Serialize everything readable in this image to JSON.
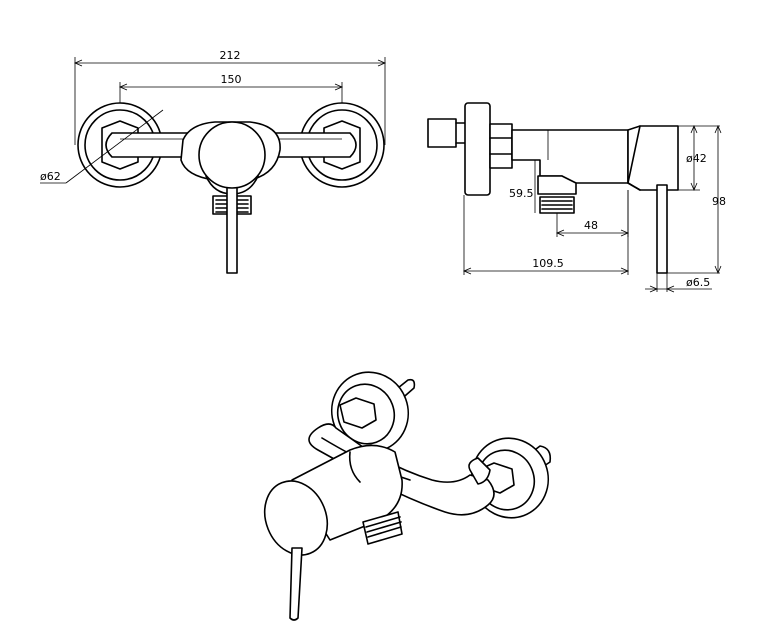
{
  "dimensions": {
    "overall_width": "212",
    "inlet_centers": "150",
    "flange_diameter": "ø62",
    "body_diameter": "ø42",
    "height": "98",
    "outlet_height": "59.5",
    "outlet_offset": "48",
    "projection": "109.5",
    "lever_diameter": "ø6.5"
  }
}
